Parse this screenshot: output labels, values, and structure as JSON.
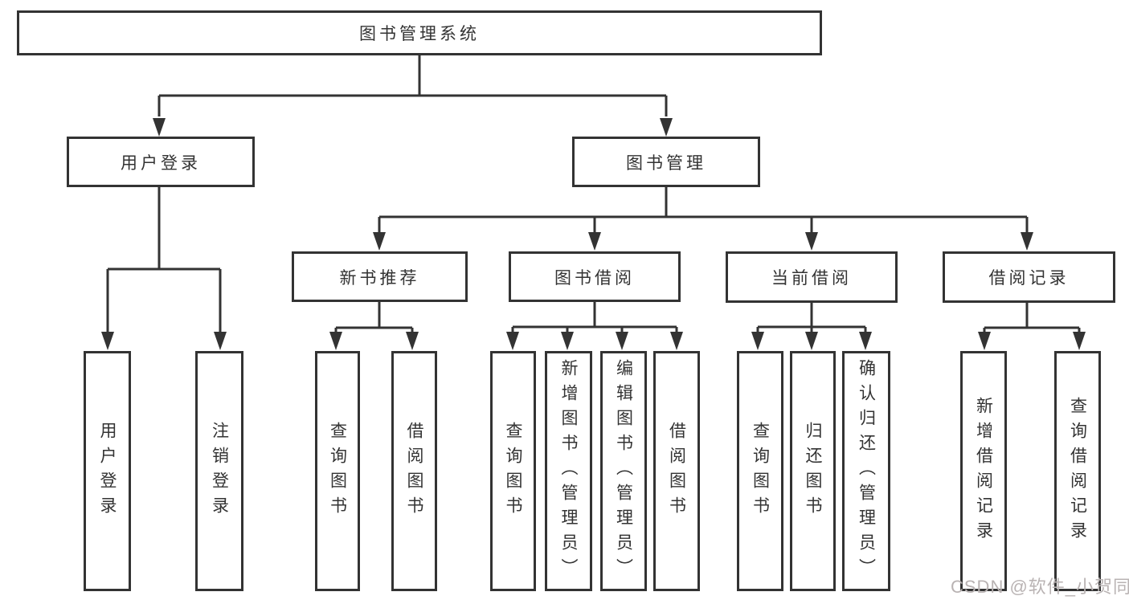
{
  "diagram_type": "functional-decomposition-tree",
  "tree": {
    "label": "图书管理系统",
    "children": [
      {
        "label": "用户登录",
        "children": [
          {
            "label": "用户登录"
          },
          {
            "label": "注销登录"
          }
        ]
      },
      {
        "label": "图书管理",
        "children": [
          {
            "label": "新书推荐",
            "children": [
              {
                "label": "查询图书"
              },
              {
                "label": "借阅图书"
              }
            ]
          },
          {
            "label": "图书借阅",
            "children": [
              {
                "label": "查询图书"
              },
              {
                "label": "新增图书（管理员）"
              },
              {
                "label": "编辑图书（管理员）"
              },
              {
                "label": "借阅图书"
              }
            ]
          },
          {
            "label": "当前借阅",
            "children": [
              {
                "label": "查询图书"
              },
              {
                "label": "归还图书"
              },
              {
                "label": "确认归还（管理员）"
              }
            ]
          },
          {
            "label": "借阅记录",
            "children": [
              {
                "label": "新增借阅记录"
              },
              {
                "label": "查询借阅记录"
              }
            ]
          }
        ]
      }
    ]
  },
  "watermark": {
    "text": "CSDN @软件_小贺同学"
  },
  "colors": {
    "line": "#333333",
    "text": "#333333",
    "box_background": "#ffffff",
    "watermark": "#b9b3b3"
  }
}
